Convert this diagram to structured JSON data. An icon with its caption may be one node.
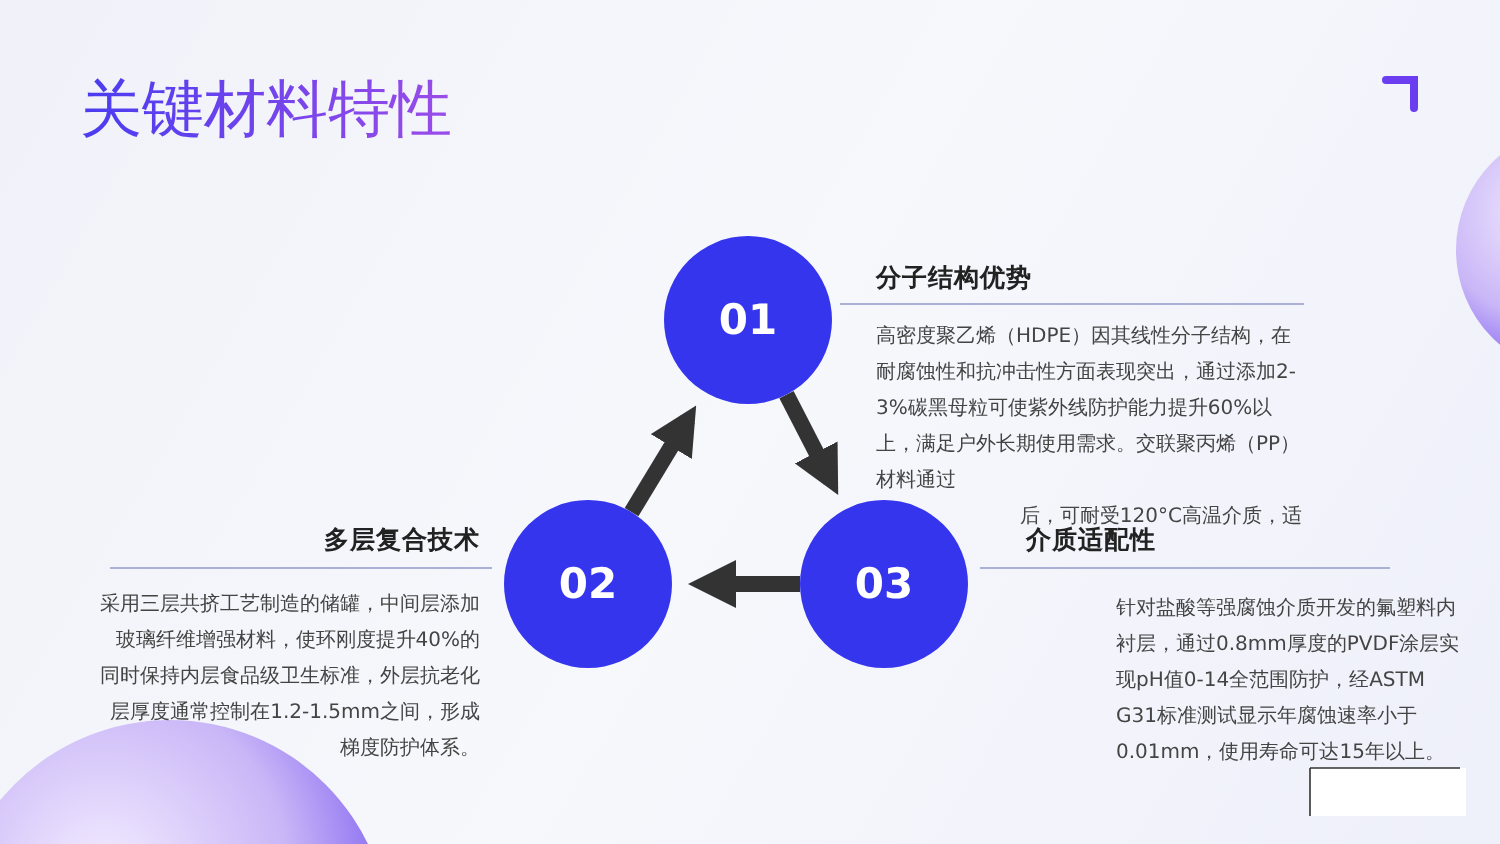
{
  "diagram": {
    "title": "关键材料特性",
    "nodes": [
      {
        "text": [
          "01"
        ],
        "beside": [
          "分子结构优势",
          "高密度聚乙烯（HDPE）因其线性分子结构，在耐腐蚀性和抗冲击性方面表现突出，通过添加2-3%碳黑母粒可使紫外线防护能力提升60%以上，满足户外长期使用需求。交联聚丙烯（PP）材料通过",
          "后，可耐受120°C高温介质，适"
        ]
      },
      {
        "text": [
          "02"
        ],
        "beside": [
          "多层复合技术",
          "采用三层共挤工艺制造的储罐，中间层添加玻璃纤维增强材料，使环刚度提升40%的同时保持内层食品级卫生标准，外层抗老化层厚度通常控制在1.2-1.5mm之间，形成梯度防护体系。"
        ]
      },
      {
        "text": [
          "03"
        ],
        "beside": [
          "介质适配性",
          "针对盐酸等强腐蚀介质开发的氟塑料内衬层，通过0.8mm厚度的PVDF涂层实现pH值0-14全范围防护，经ASTM G31标准测试显示年腐蚀速率小于0.01mm，使用寿命可达15年以上。"
        ]
      }
    ],
    "edges": [
      {
        "from": 1,
        "to": 0,
        "arrow": "to"
      },
      {
        "from": 0,
        "to": 2,
        "arrow": "to"
      },
      {
        "from": 2,
        "to": 1,
        "arrow": "to"
      }
    ]
  }
}
